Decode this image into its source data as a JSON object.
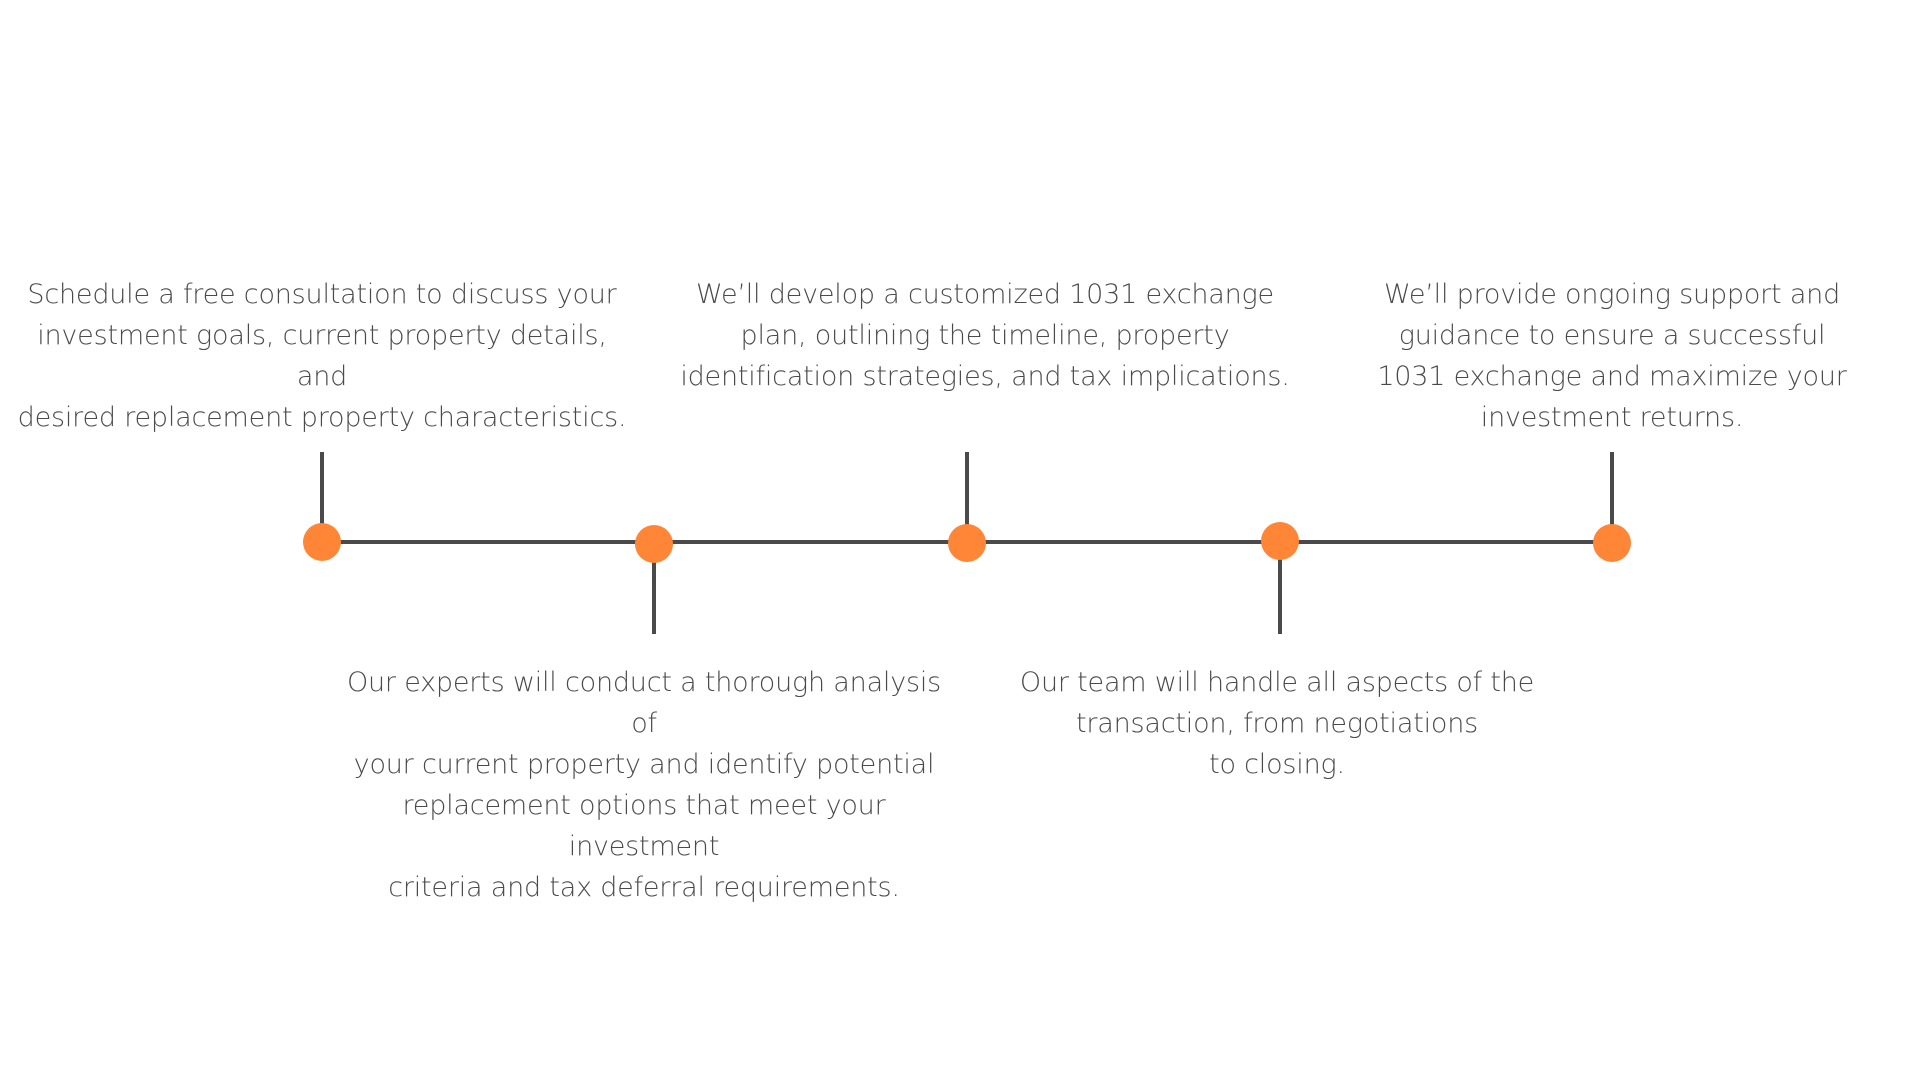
{
  "colors": {
    "accent": "#FF8537",
    "line": "#4A4A4A",
    "text": "#4A4A4A",
    "background": "#FFFFFF"
  },
  "steps": [
    {
      "text": "Schedule a free consultation to discuss your\ninvestment goals, current property details, and\ndesired replacement property characteristics.",
      "position": "above"
    },
    {
      "text": "Our experts will conduct a thorough analysis of\nyour current property and identify potential\nreplacement options that meet your investment\ncriteria and tax deferral requirements.",
      "position": "below"
    },
    {
      "text": "We’ll develop a customized 1031 exchange\nplan, outlining the timeline, property\nidentification strategies, and tax implications.",
      "position": "above"
    },
    {
      "text": "Our team will handle all aspects of the\ntransaction, from negotiations\nto closing.",
      "position": "below"
    },
    {
      "text": "We’ll provide ongoing support and\nguidance to ensure a successful\n1031 exchange and maximize your\ninvestment returns.",
      "position": "above"
    }
  ]
}
